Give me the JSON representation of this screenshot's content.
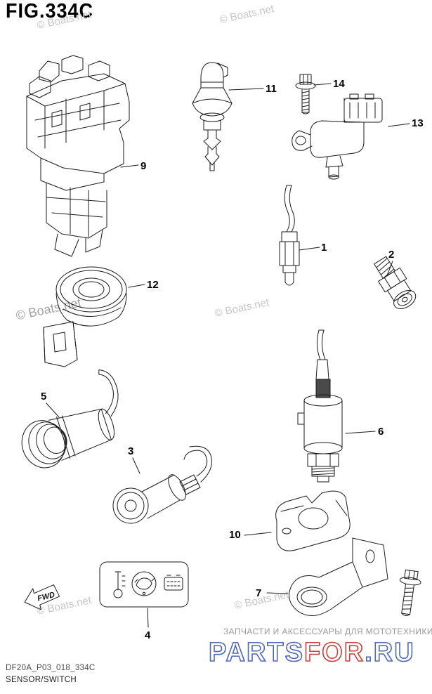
{
  "page": {
    "title": "FIG.334C",
    "drawing_code": "DF20A_P03_018_334C",
    "drawing_title": "SENSOR/SWITCH",
    "fwd_label": "FWD"
  },
  "watermarks": {
    "boats_net": "© Boats.net",
    "russian_line": "ЗАПЧАСТИ И АКСЕССУАРЫ ДЛЯ МОТОТЕХНИКИ",
    "partsfor": {
      "part1": "PARTS",
      "part2": "FOR",
      "part3": ".RU"
    }
  },
  "callouts": [
    {
      "num": "1"
    },
    {
      "num": "2"
    },
    {
      "num": "3"
    },
    {
      "num": "4"
    },
    {
      "num": "5"
    },
    {
      "num": "6"
    },
    {
      "num": "7"
    },
    {
      "num": "9"
    },
    {
      "num": "10"
    },
    {
      "num": "11"
    },
    {
      "num": "12"
    },
    {
      "num": "13"
    },
    {
      "num": "14"
    }
  ],
  "colors": {
    "line": "#1a1a1a",
    "watermark_gray": "#c6c6c6",
    "watermark_blue": "#4f6ab5",
    "watermark_red": "#c8413b"
  }
}
